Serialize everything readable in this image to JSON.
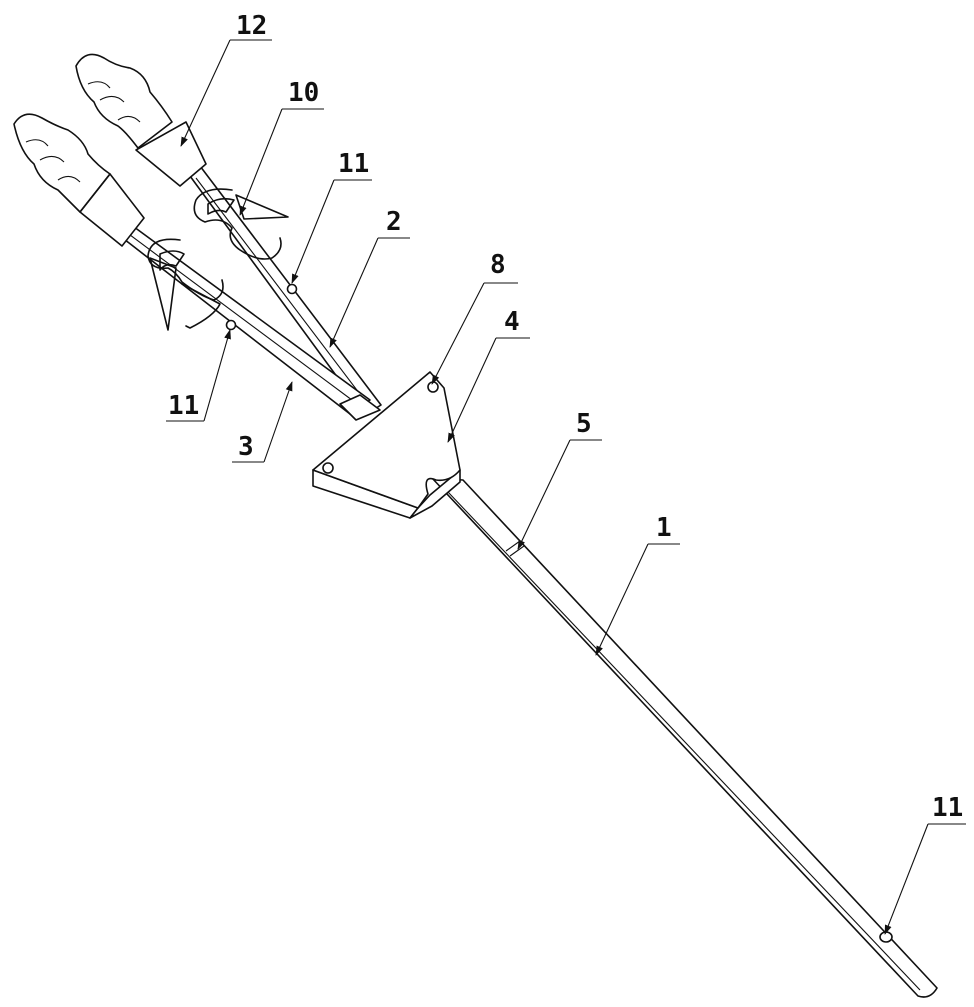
{
  "callouts": {
    "c12": "12",
    "c10": "10",
    "c11_top": "11",
    "c2": "2",
    "c8": "8",
    "c4": "4",
    "c5": "5",
    "c1": "1",
    "c11_left": "11",
    "c3": "3",
    "c11_bottom": "11"
  },
  "colors": {
    "line": "#111111",
    "background": "#ffffff"
  }
}
